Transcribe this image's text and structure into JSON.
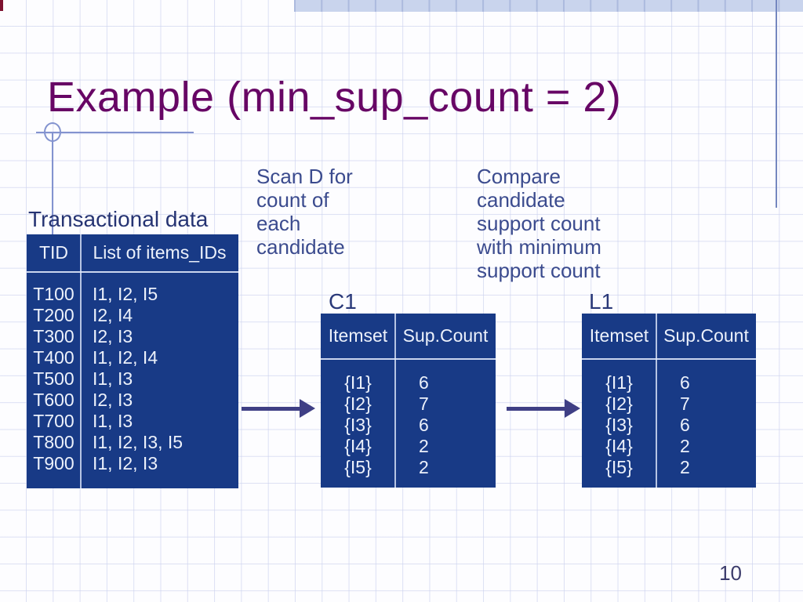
{
  "slide": {
    "title": "Example (min_sup_count = 2)",
    "page_number": "10",
    "transactional_label": "Transactional data",
    "scan_annotation": "Scan D for\ncount of\neach\ncandidate",
    "compare_annotation": "Compare\ncandidate\nsupport count\nwith minimum\nsupport count"
  },
  "tables": {
    "transactions": {
      "headers": [
        "TID",
        "List of items_IDs"
      ],
      "rows": [
        [
          "T100",
          "I1, I2, I5"
        ],
        [
          "T200",
          "I2, I4"
        ],
        [
          "T300",
          "I2, I3"
        ],
        [
          "T400",
          "I1, I2, I4"
        ],
        [
          "T500",
          "I1, I3"
        ],
        [
          "T600",
          "I2, I3"
        ],
        [
          "T700",
          "I1, I3"
        ],
        [
          "T800",
          "I1, I2, I3, I5"
        ],
        [
          "T900",
          "I1, I2, I3"
        ]
      ]
    },
    "c1": {
      "label": "C1",
      "headers": [
        "Itemset",
        "Sup.Count"
      ],
      "rows": [
        [
          "{I1}",
          "6"
        ],
        [
          "{I2}",
          "7"
        ],
        [
          "{I3}",
          "6"
        ],
        [
          "{I4}",
          "2"
        ],
        [
          "{I5}",
          "2"
        ]
      ]
    },
    "l1": {
      "label": "L1",
      "headers": [
        "Itemset",
        "Sup.Count"
      ],
      "rows": [
        [
          "{I1}",
          "6"
        ],
        [
          "{I2}",
          "7"
        ],
        [
          "{I3}",
          "6"
        ],
        [
          "{I4}",
          "2"
        ],
        [
          "{I5}",
          "2"
        ]
      ]
    }
  },
  "colors": {
    "title_text": "#670665",
    "table_background": "#183A86",
    "table_text": "#ECF1FB",
    "annotation_text": "#3B4B8E",
    "accent_line": "#8393CF",
    "top_band": "#C9D4ED",
    "arrow": "#3F3F85",
    "corner_accent": "#7E1230",
    "page_number_text": "#3C3C6C"
  }
}
